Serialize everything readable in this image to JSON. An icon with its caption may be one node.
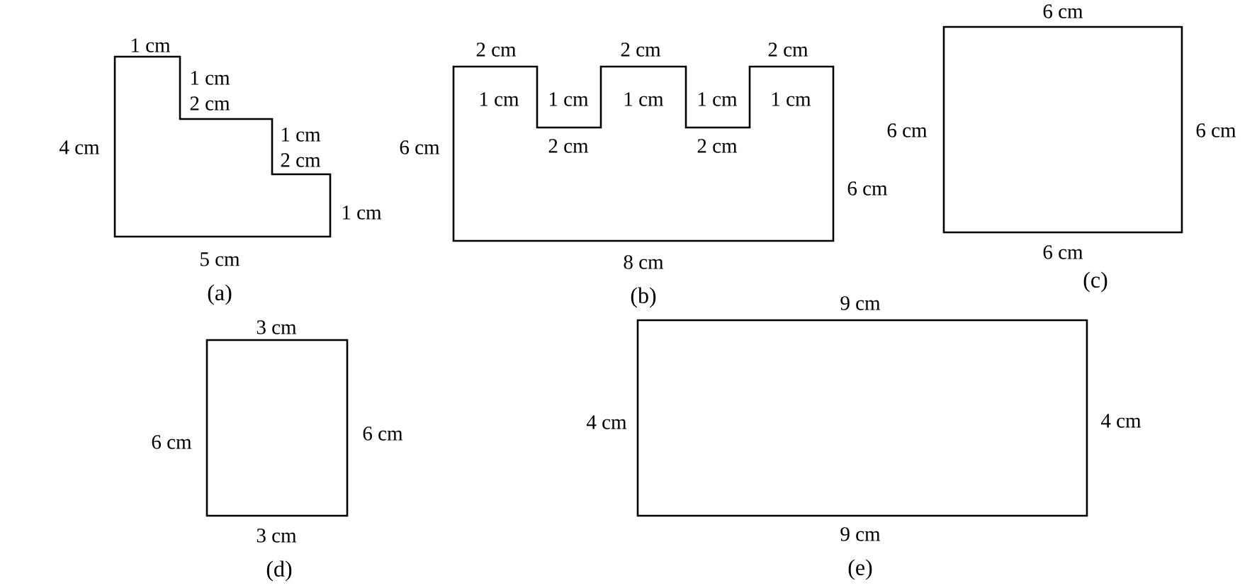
{
  "diagram": {
    "labels": [
      "1 cm",
      "1 cm",
      "2 cm",
      "4 cm",
      "1 cm",
      "2 cm",
      "1 cm",
      "5 cm",
      "(a)",
      "2 cm",
      "2 cm",
      "2 cm",
      "1 cm",
      "1 cm",
      "1 cm",
      "1 cm",
      "1 cm",
      "6 cm",
      "2 cm",
      "2 cm",
      "6 cm",
      "8 cm",
      "(b)",
      "6 cm",
      "6 cm",
      "6 cm",
      "6 cm",
      "(c)",
      "3 cm",
      "6 cm",
      "6 cm",
      "3 cm",
      "(d)",
      "9 cm",
      "4 cm",
      "4 cm",
      "9 cm",
      "(e)"
    ]
  }
}
